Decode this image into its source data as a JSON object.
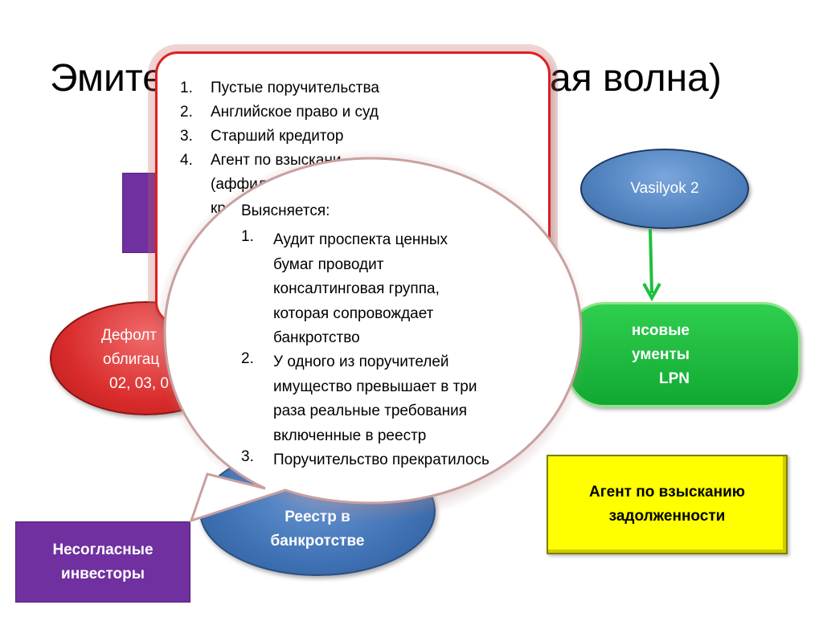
{
  "title": {
    "left": "Эмите",
    "right": "ая волна)"
  },
  "vasilyok": {
    "label": "Vasilyok 2"
  },
  "green": {
    "lines": [
      "нсовые",
      "ументы",
      "LPN"
    ]
  },
  "red": {
    "lines": [
      "Дефолт",
      "облигац",
      "02, 03, 0"
    ]
  },
  "registry": {
    "lines": [
      "Реестр в",
      "банкротстве"
    ]
  },
  "agent": {
    "lines": [
      "Агент по взысканию",
      "задолженности"
    ]
  },
  "investors": {
    "lines": [
      "Несогласные",
      "инвесторы"
    ]
  },
  "card": {
    "items": [
      {
        "num": "1.",
        "text": "Пустые поручительства"
      },
      {
        "num": "2.",
        "text": "Английское право и суд"
      },
      {
        "num": "3.",
        "text": "Старший кредитор"
      },
      {
        "num": "4.",
        "text": "Агент по взыскани"
      }
    ],
    "cont": [
      "(аффил",
      "кр"
    ]
  },
  "bubble": {
    "lead": "Выясняется:",
    "items": [
      {
        "num": "1.",
        "lines": [
          "Аудит проспекта ценных",
          "бумаг проводит",
          "консалтинговая группа,",
          "которая сопровождает",
          "банкротство"
        ]
      },
      {
        "num": "2.",
        "lines": [
          "У одного из поручителей",
          "имущество превышает в три",
          "раза реальные требования",
          "включенные в реестр"
        ]
      },
      {
        "num": "3.",
        "lines": [
          "Поручительство прекратилось"
        ]
      }
    ]
  },
  "colors": {
    "purple": "#7030a0",
    "blue": "#4f81bd",
    "green": "#1fbf3f",
    "red": "#d92b2b",
    "yellow": "#ffff00",
    "card_border": "#e02020",
    "arrow": "#1fbf3f"
  }
}
